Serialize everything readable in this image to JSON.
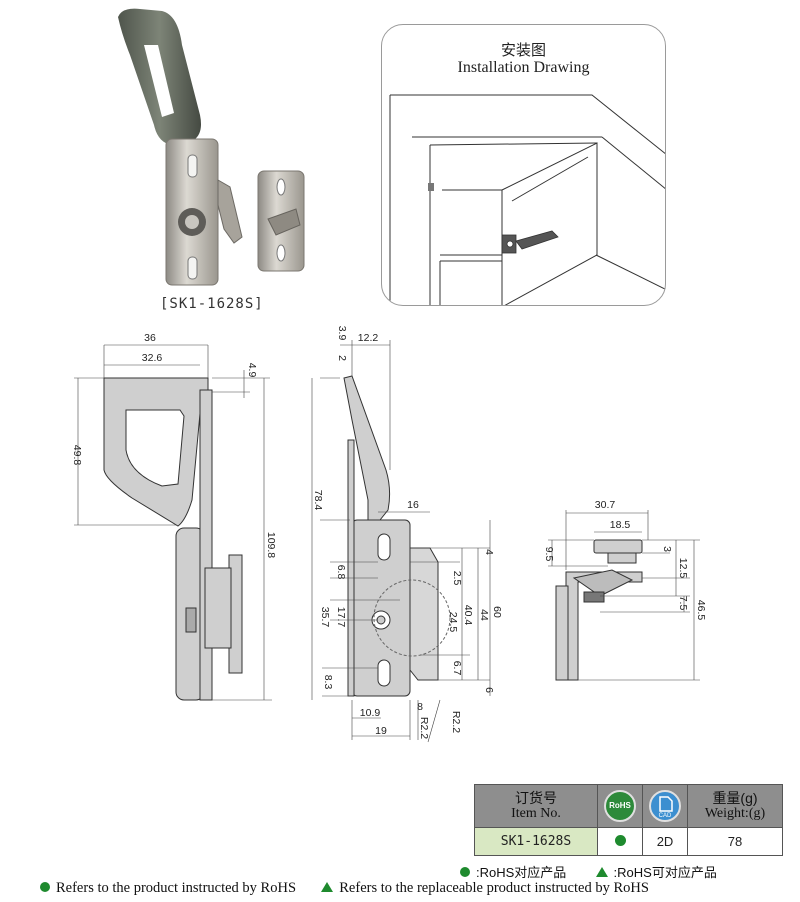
{
  "product": {
    "model_caption": "[SK1-1628S]"
  },
  "installation": {
    "title_cn": "安装图",
    "title_en": "Installation Drawing"
  },
  "drawing_front": {
    "dims": [
      "36",
      "32.6",
      "4.9",
      "49.8",
      "109.8"
    ]
  },
  "drawing_side": {
    "dims": [
      "3.9",
      "2",
      "12.2",
      "78.4",
      "16",
      "4",
      "2.5",
      "6.8",
      "17.7",
      "35.7",
      "40.4",
      "24.5",
      "44",
      "60",
      "6.7",
      "8.3",
      "6",
      "10.9",
      "8",
      "19",
      "R2.2",
      "R2.2"
    ]
  },
  "drawing_keeper": {
    "dims": [
      "30.7",
      "18.5",
      "9.5",
      "3",
      "12.5",
      "7.5",
      "46.5"
    ]
  },
  "order_table": {
    "header_item_cn": "订货号",
    "header_item_en": "Item No.",
    "rohs_badge": "RoHS",
    "cad_badge": "CAD",
    "header_weight_cn": "重量(g)",
    "header_weight_en": "Weight:(g)",
    "item_no": "SK1-1628S",
    "cad_value": "2D",
    "weight_value": "78"
  },
  "legend_cn": {
    "rohs": ":RoHS对应产品",
    "replaceable": ":RoHS可对应产品"
  },
  "legend_en": {
    "rohs": "Refers to the product instructed by RoHS",
    "replaceable": "Refers to the replaceable product instructed by RoHS"
  },
  "colors": {
    "rohs_green": "#1e8a2e",
    "table_header_gray": "#8e8e8e",
    "item_cell_green": "#d9e8c3",
    "cad_blue": "#3c8fd0"
  }
}
